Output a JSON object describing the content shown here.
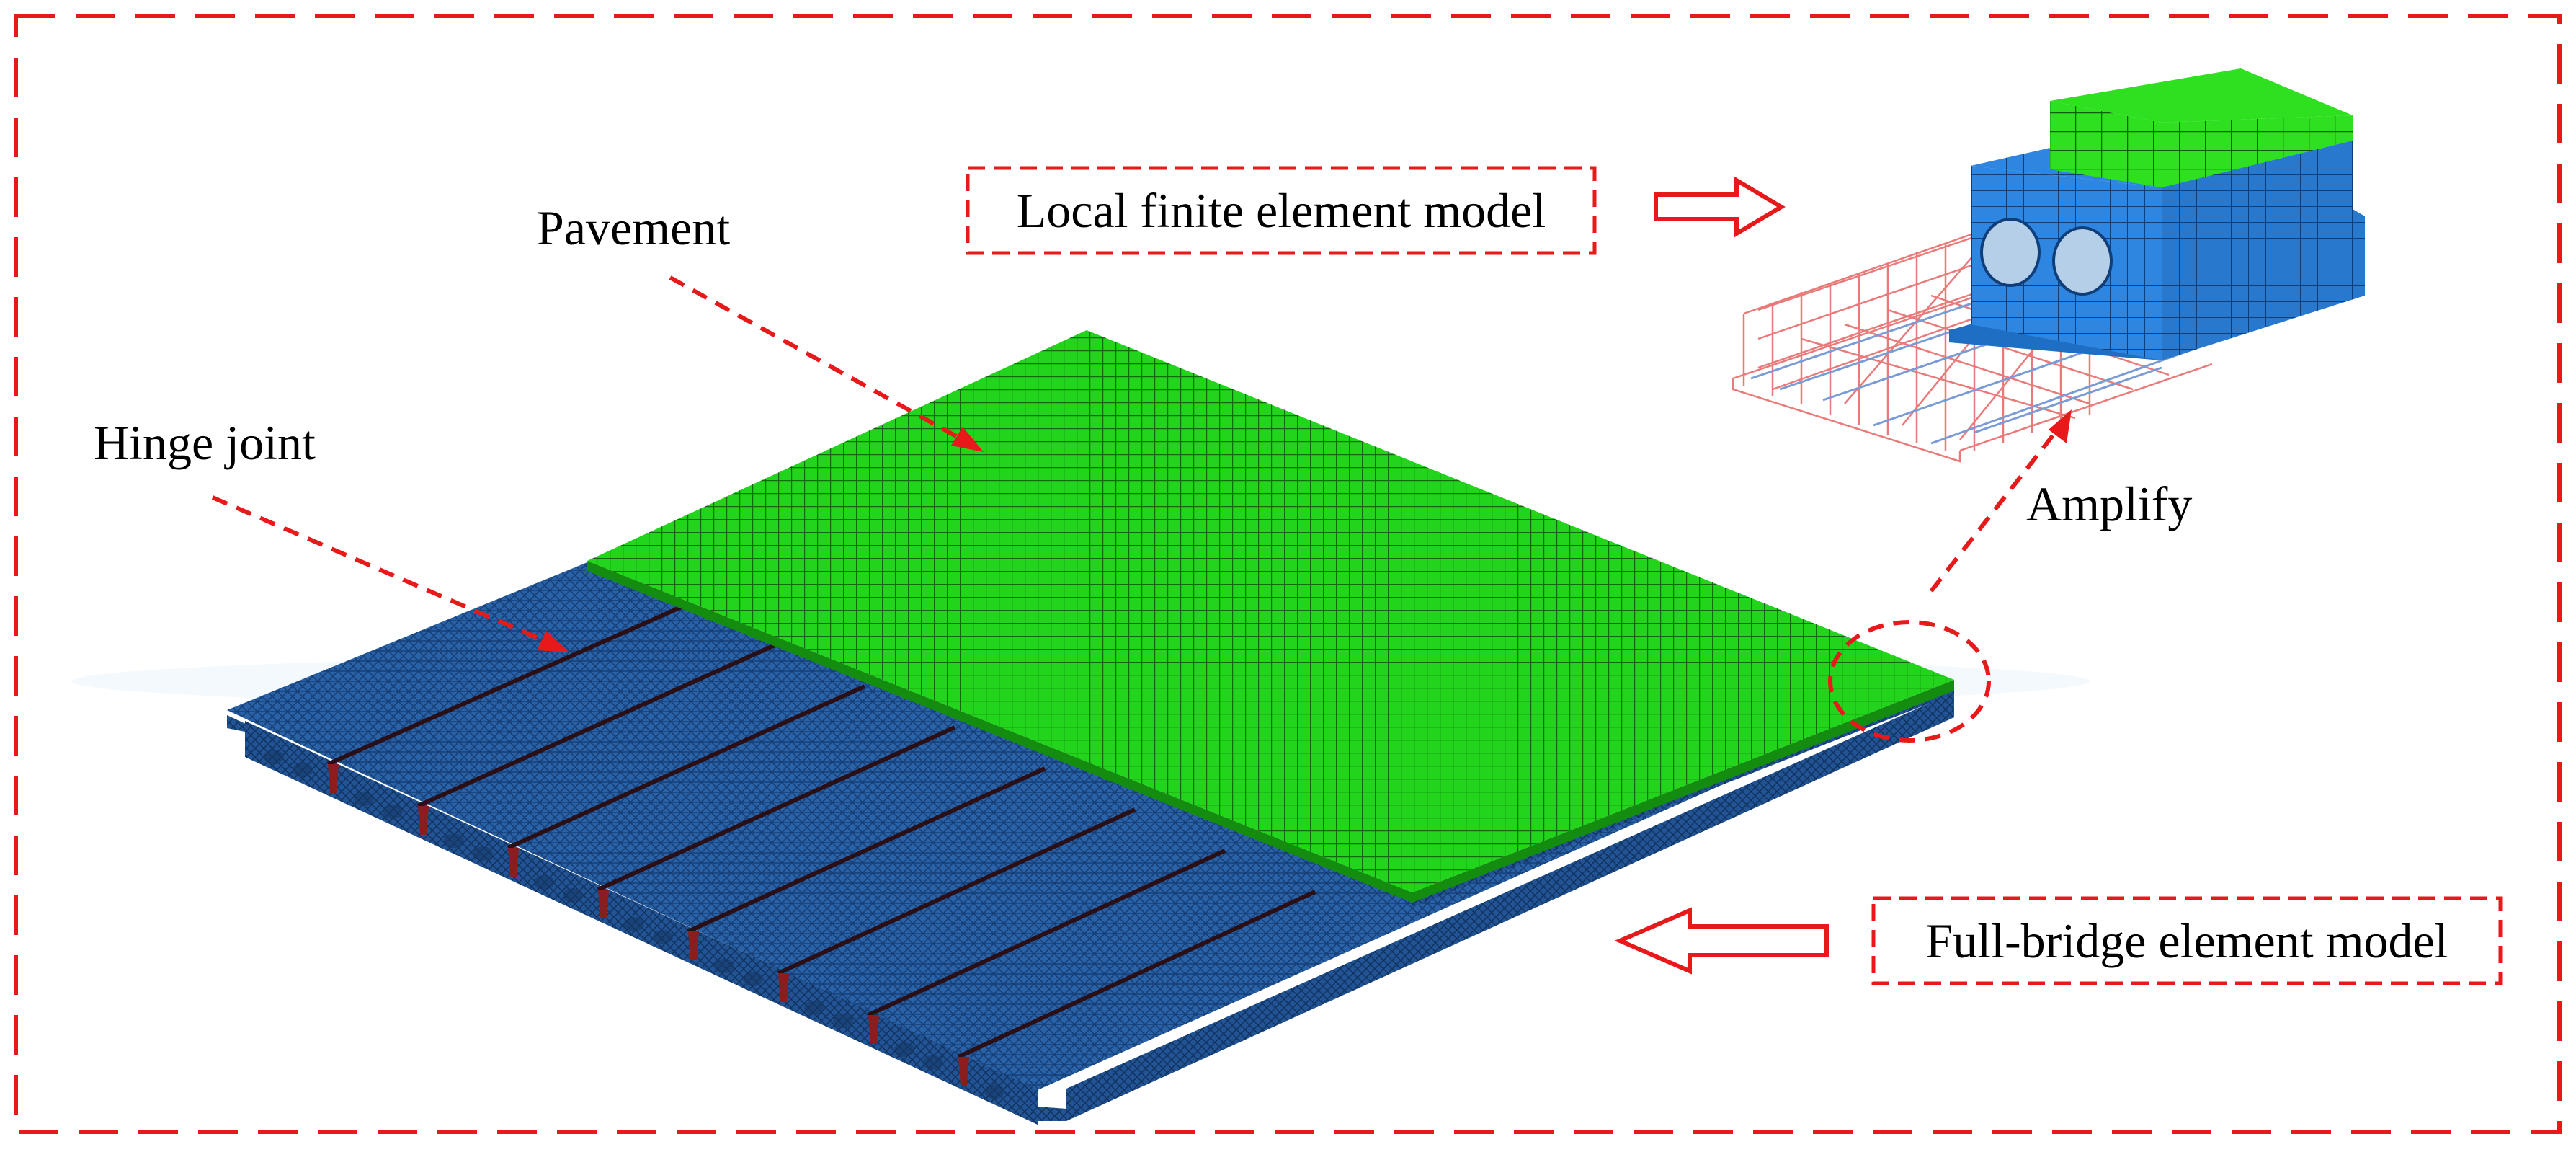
{
  "labels": {
    "pavement": "Pavement",
    "hinge_joint": "Hinge joint",
    "local_model": "Local finite element model",
    "amplify": "Amplify",
    "full_bridge_model": "Full-bridge element model"
  },
  "colors": {
    "frame_dash": "#e8191a",
    "pavement_green": "#22d41c",
    "pavement_mesh": "#0f6a0c",
    "girder_blue": "#2a62a8",
    "girder_dark": "#163f77",
    "hinge_red": "#8a1e1e",
    "rebar_red": "#e97a7a",
    "rebar_blue": "#7a9bd6",
    "local_blue": "#2f86e0",
    "arrow_red": "#e8191a"
  },
  "icons": {
    "right_arrow": "hollow-right-arrow-icon",
    "left_arrow": "hollow-left-arrow-icon"
  }
}
